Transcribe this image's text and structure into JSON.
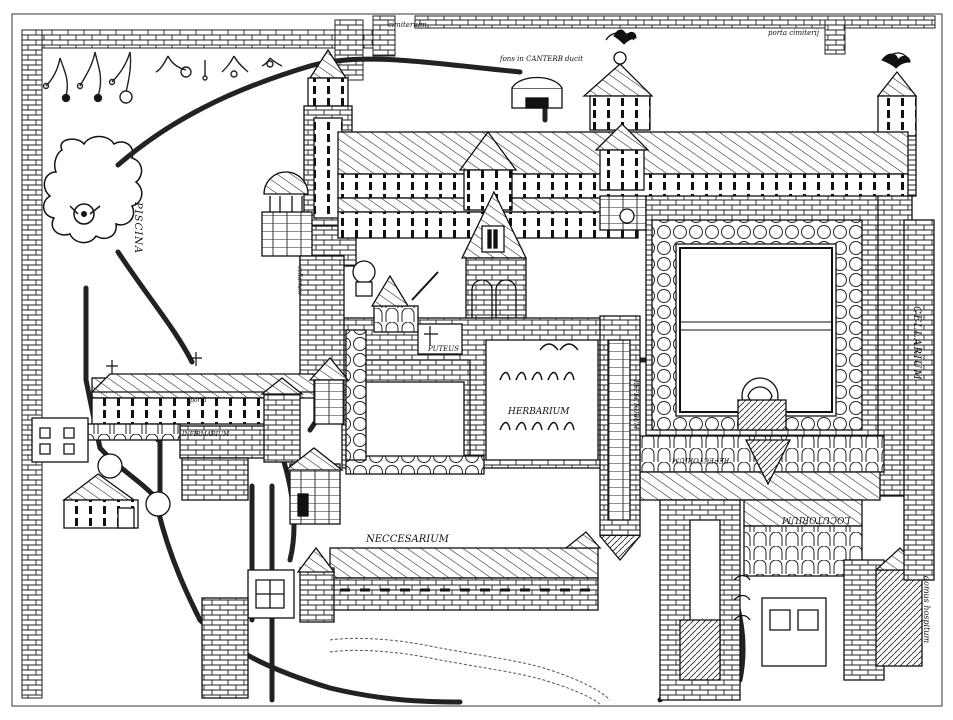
{
  "labels": {
    "piscina": "PISCINA",
    "cellarium": "CELLARIUM",
    "herbarium": "HERBARIUM",
    "necessarium": "NECCESARIUM",
    "locutorium": "LOCUTORIUM",
    "puteus": "PUTEUS",
    "fons": "fons in CANTERB ducit",
    "porta": "porta cimiterij",
    "domus_hospitum": "domus hospitum",
    "refectorium": "REFECTORIUM",
    "infirmarium": "INFIRMARIUM",
    "porta_hosp": "porta",
    "cemetery": "cimiterium",
    "cellarium_small": "cellarium"
  },
  "colors": {
    "ink": "#111111",
    "paper": "#ffffff"
  }
}
